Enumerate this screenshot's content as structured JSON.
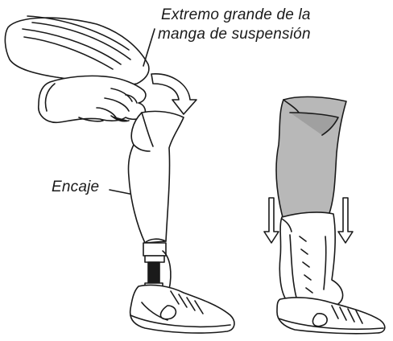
{
  "labels": {
    "sleeve_line1": "Extremo grande de la",
    "sleeve_line2": "manga de suspensión",
    "socket": "Encaje"
  },
  "colors": {
    "outline": "#1a1a1a",
    "fill": "#ffffff",
    "sleeve_gray": "#b8b8b8",
    "sleeve_gray_dark": "#a0a0a0"
  },
  "icons": {
    "rotate_arrow": "curved-arrow-icon",
    "pull_arrow": "down-arrow-icon"
  }
}
